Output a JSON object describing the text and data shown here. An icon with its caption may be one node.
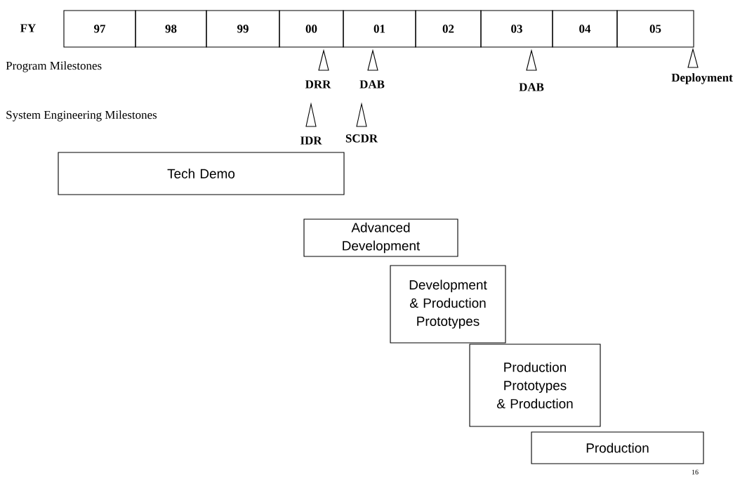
{
  "diagram": {
    "nodes": [
      {
        "text": [
          "97"
        ]
      },
      {
        "text": [
          "98"
        ]
      },
      {
        "text": [
          "99"
        ]
      },
      {
        "text": [
          "00"
        ]
      },
      {
        "text": [
          "01"
        ]
      },
      {
        "text": [
          "02"
        ]
      },
      {
        "text": [
          "03"
        ]
      },
      {
        "text": [
          "04"
        ]
      },
      {
        "text": [
          "05"
        ]
      },
      {
        "text": [
          "Tech Demo"
        ]
      },
      {
        "text": [
          "Advanced Development"
        ]
      },
      {
        "text": [
          "Development & Production Prototypes"
        ]
      },
      {
        "text": [
          "Production Prototypes & Production"
        ]
      },
      {
        "text": [
          "Production"
        ]
      }
    ],
    "labels": [
      "FY",
      "Program Milestones",
      "DRR",
      "DAB",
      "DAB",
      "Deployment",
      "System Engineering Milestones",
      "IDR",
      "SCDR",
      "16"
    ]
  }
}
